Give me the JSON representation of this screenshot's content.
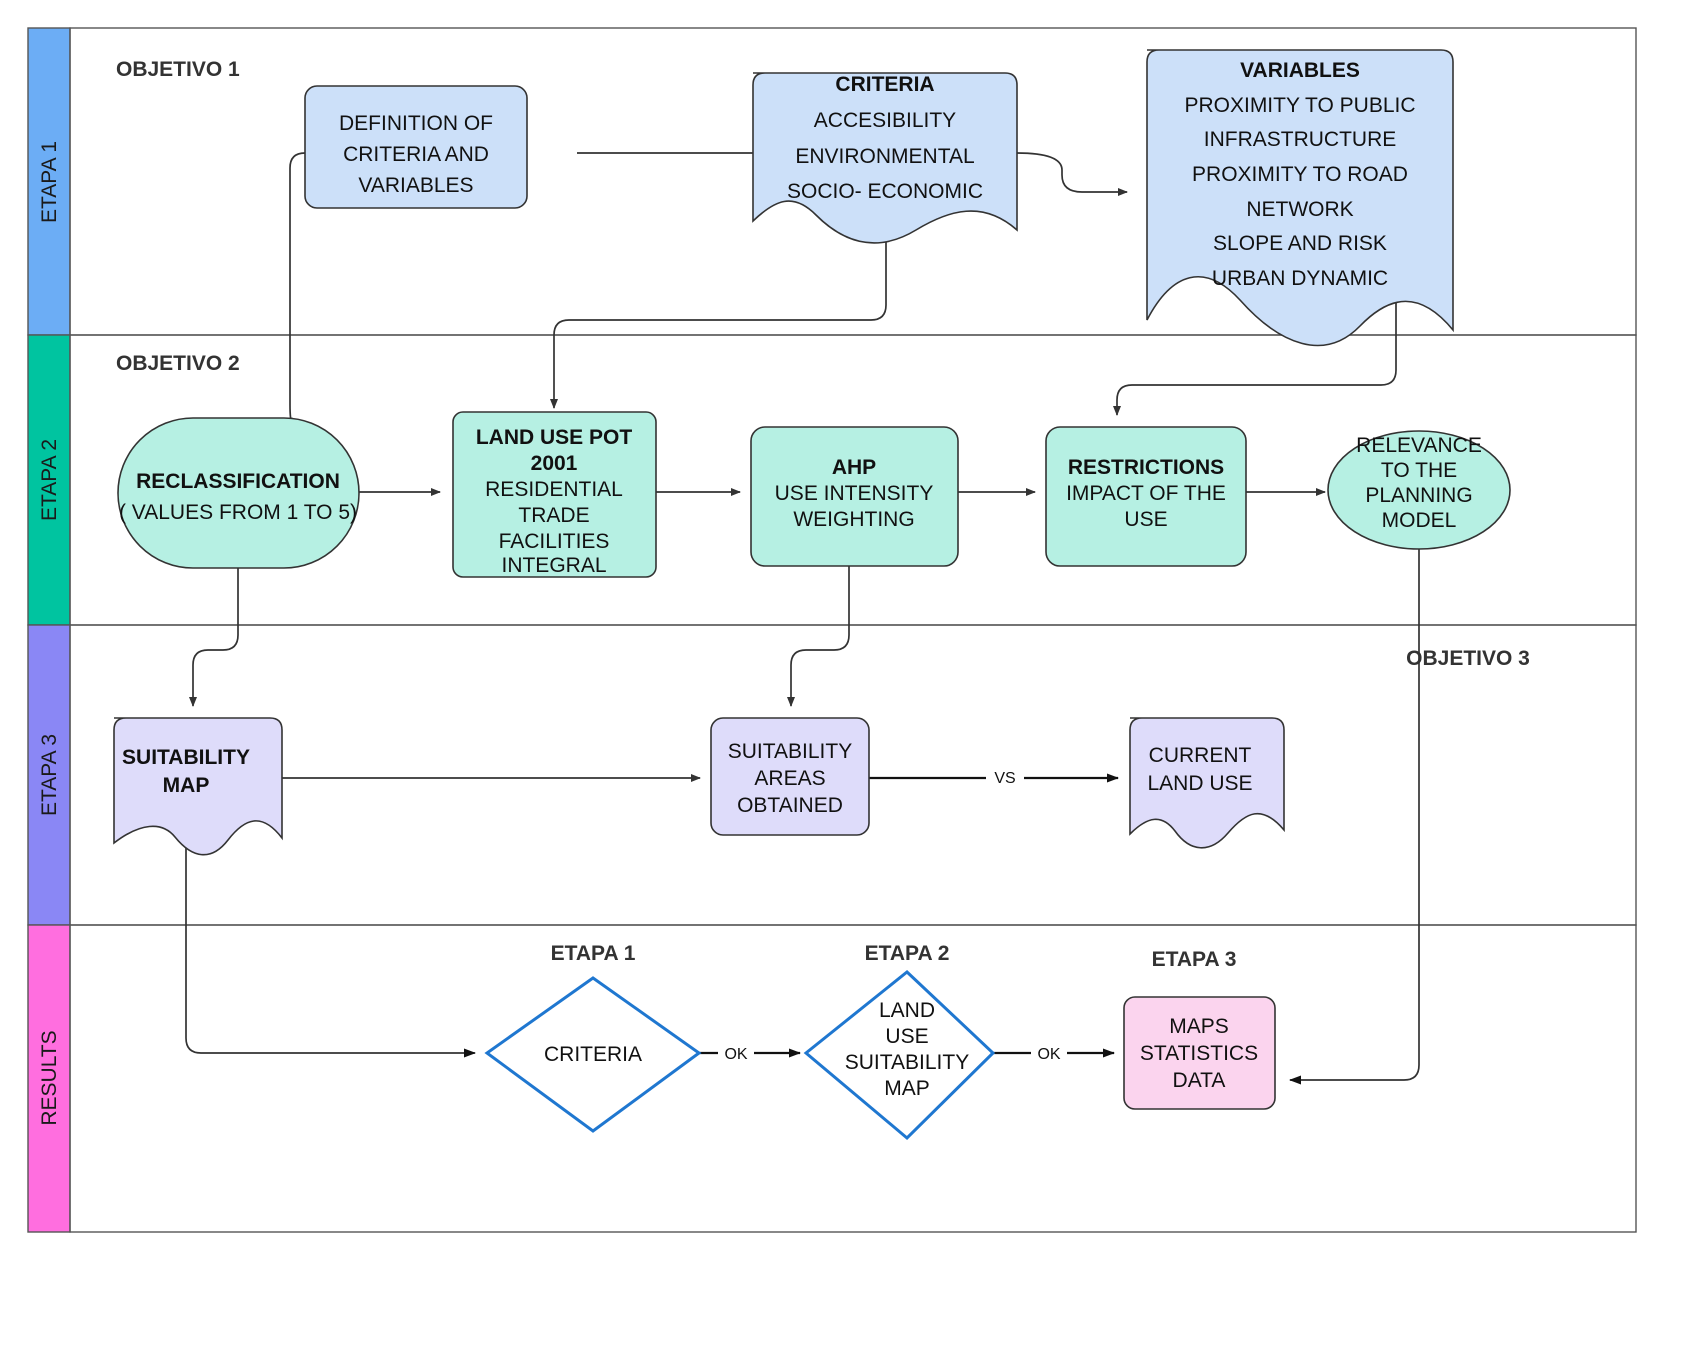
{
  "diagram": {
    "title": "Land use suitability methodology flowchart",
    "lanes": [
      {
        "id": "etapa1",
        "label": "ETAPA 1",
        "color": "#6CADF5",
        "objective": "OBJETIVO 1"
      },
      {
        "id": "etapa2",
        "label": "ETAPA 2",
        "color": "#00C4A0",
        "objective": "OBJETIVO 2"
      },
      {
        "id": "etapa3",
        "label": "ETAPA 3",
        "color": "#8A87F5",
        "objective": "OBJETIVO 3"
      },
      {
        "id": "results",
        "label": "RESULTS",
        "color": "#FF6EDF",
        "objective": ""
      }
    ],
    "colors": {
      "stage1_fill": "#CCE0F9",
      "stage2_fill": "#B6F0E3",
      "stage3_fill": "#DEDCFA",
      "results_fill": "#FBD4EE",
      "decision_stroke": "#1F77D0",
      "node_stroke": "#333333",
      "connector": "#333333",
      "lane_border": "#555555"
    },
    "nodes": [
      {
        "id": "definition",
        "shape": "rounded-rect",
        "lane": "etapa1",
        "lines": [
          {
            "text": "DEFINITION OF",
            "bold": false
          },
          {
            "text": "CRITERIA AND",
            "bold": false
          },
          {
            "text": "VARIABLES",
            "bold": false
          }
        ]
      },
      {
        "id": "criteria",
        "shape": "document",
        "lane": "etapa1",
        "lines": [
          {
            "text": "CRITERIA",
            "bold": true
          },
          {
            "text": "ACCESIBILITY",
            "bold": false
          },
          {
            "text": "ENVIRONMENTAL",
            "bold": false
          },
          {
            "text": "SOCIO- ECONOMIC",
            "bold": false
          }
        ]
      },
      {
        "id": "variables",
        "shape": "document",
        "lane": "etapa1",
        "lines": [
          {
            "text": "VARIABLES",
            "bold": true
          },
          {
            "text": "PROXIMITY TO PUBLIC",
            "bold": false
          },
          {
            "text": "INFRASTRUCTURE",
            "bold": false
          },
          {
            "text": "PROXIMITY TO ROAD",
            "bold": false
          },
          {
            "text": "NETWORK",
            "bold": false
          },
          {
            "text": "SLOPE AND RISK",
            "bold": false
          },
          {
            "text": "URBAN DYNAMIC",
            "bold": false
          }
        ]
      },
      {
        "id": "reclassification",
        "shape": "stadium",
        "lane": "etapa2",
        "lines": [
          {
            "text": "RECLASSIFICATION",
            "bold": true
          },
          {
            "text": "( VALUES FROM 1 TO 5)",
            "bold": false
          }
        ]
      },
      {
        "id": "landuse_pot",
        "shape": "rounded-rect",
        "lane": "etapa2",
        "lines": [
          {
            "text": "LAND USE  POT",
            "bold": true
          },
          {
            "text": "2001",
            "bold": true
          },
          {
            "text": "RESIDENTIAL",
            "bold": false
          },
          {
            "text": "TRADE",
            "bold": false
          },
          {
            "text": "FACILITIES",
            "bold": false
          },
          {
            "text": "INTEGRAL",
            "bold": false
          }
        ]
      },
      {
        "id": "ahp",
        "shape": "rounded-rect",
        "lane": "etapa2",
        "lines": [
          {
            "text": "AHP",
            "bold": true
          },
          {
            "text": "USE INTENSITY",
            "bold": false
          },
          {
            "text": "WEIGHTING",
            "bold": false
          }
        ]
      },
      {
        "id": "restrictions",
        "shape": "rounded-rect",
        "lane": "etapa2",
        "lines": [
          {
            "text": "RESTRICTIONS",
            "bold": true
          },
          {
            "text": "IMPACT OF THE",
            "bold": false
          },
          {
            "text": "USE",
            "bold": false
          }
        ]
      },
      {
        "id": "relevance",
        "shape": "ellipse",
        "lane": "etapa2",
        "lines": [
          {
            "text": "RELEVANCE",
            "bold": false
          },
          {
            "text": "TO THE",
            "bold": false
          },
          {
            "text": "PLANNING",
            "bold": false
          },
          {
            "text": "MODEL",
            "bold": false
          }
        ]
      },
      {
        "id": "suitability_map",
        "shape": "document",
        "lane": "etapa3",
        "lines": [
          {
            "text": "SUITABILITY",
            "bold": true
          },
          {
            "text": "MAP",
            "bold": true
          }
        ]
      },
      {
        "id": "suitability_areas",
        "shape": "rounded-rect",
        "lane": "etapa3",
        "lines": [
          {
            "text": "SUITABILITY",
            "bold": false
          },
          {
            "text": "AREAS",
            "bold": false
          },
          {
            "text": "OBTAINED",
            "bold": false
          }
        ]
      },
      {
        "id": "current_land_use",
        "shape": "document",
        "lane": "etapa3",
        "lines": [
          {
            "text": "CURRENT",
            "bold": false
          },
          {
            "text": "LAND USE",
            "bold": false
          }
        ]
      },
      {
        "id": "result_criteria",
        "shape": "diamond",
        "lane": "results",
        "caption": "ETAPA 1",
        "lines": [
          {
            "text": "CRITERIA",
            "bold": false
          }
        ]
      },
      {
        "id": "result_landuse_map",
        "shape": "diamond",
        "lane": "results",
        "caption": "ETAPA 2",
        "lines": [
          {
            "text": "LAND",
            "bold": false
          },
          {
            "text": "USE",
            "bold": false
          },
          {
            "text": "SUITABILITY",
            "bold": false
          },
          {
            "text": "MAP",
            "bold": false
          }
        ]
      },
      {
        "id": "result_maps_stats",
        "shape": "rounded-rect",
        "lane": "results",
        "caption": "ETAPA 3",
        "lines": [
          {
            "text": "MAPS",
            "bold": false
          },
          {
            "text": "STATISTICS",
            "bold": false
          },
          {
            "text": "DATA",
            "bold": false
          }
        ]
      }
    ],
    "edge_labels": [
      {
        "id": "vs",
        "text": "VS"
      },
      {
        "id": "ok1",
        "text": "OK"
      },
      {
        "id": "ok2",
        "text": "OK"
      }
    ]
  }
}
